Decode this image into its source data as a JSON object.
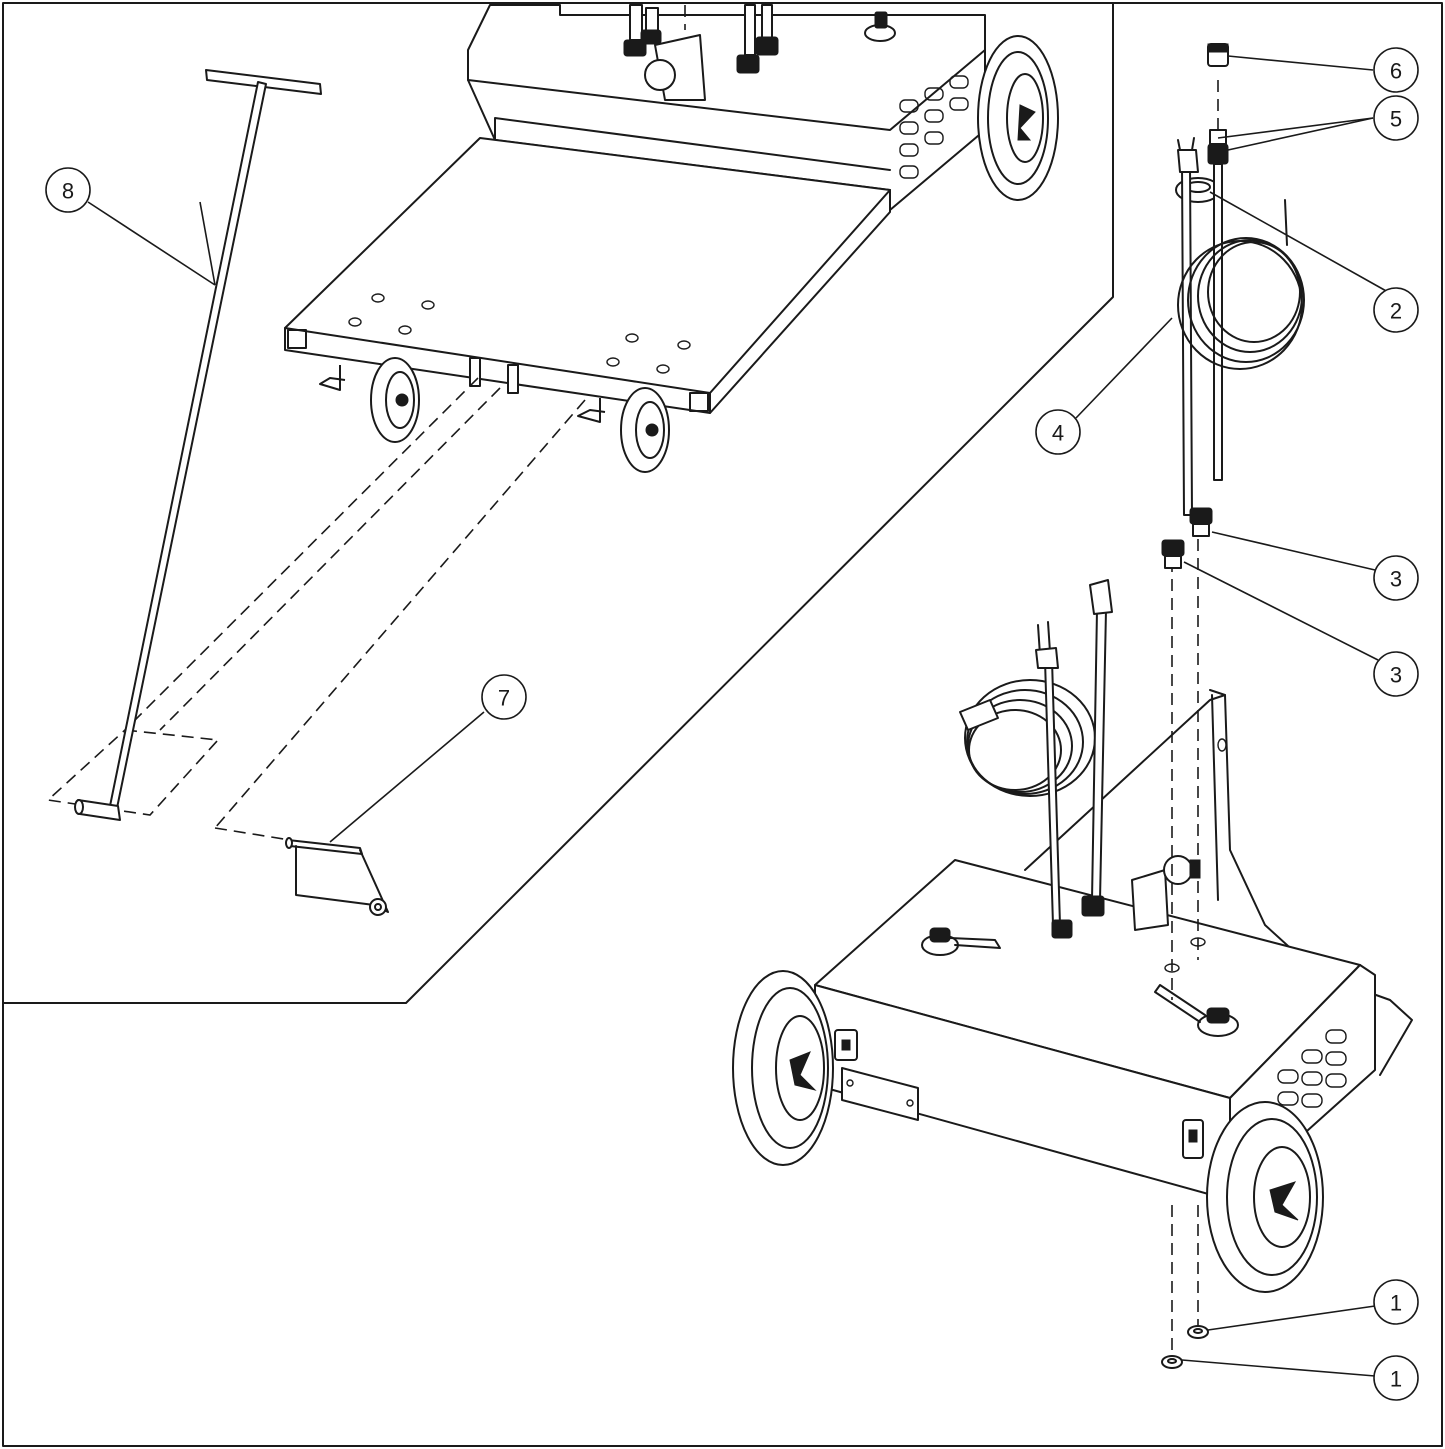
{
  "callouts": [
    {
      "id": "c6",
      "label": "6"
    },
    {
      "id": "c5",
      "label": "5"
    },
    {
      "id": "c2",
      "label": "2"
    },
    {
      "id": "c8",
      "label": "8"
    },
    {
      "id": "c4",
      "label": "4"
    },
    {
      "id": "c3a",
      "label": "3"
    },
    {
      "id": "c3b",
      "label": "3"
    },
    {
      "id": "c7",
      "label": "7"
    },
    {
      "id": "c1a",
      "label": "1"
    },
    {
      "id": "c1b",
      "label": "1"
    }
  ]
}
